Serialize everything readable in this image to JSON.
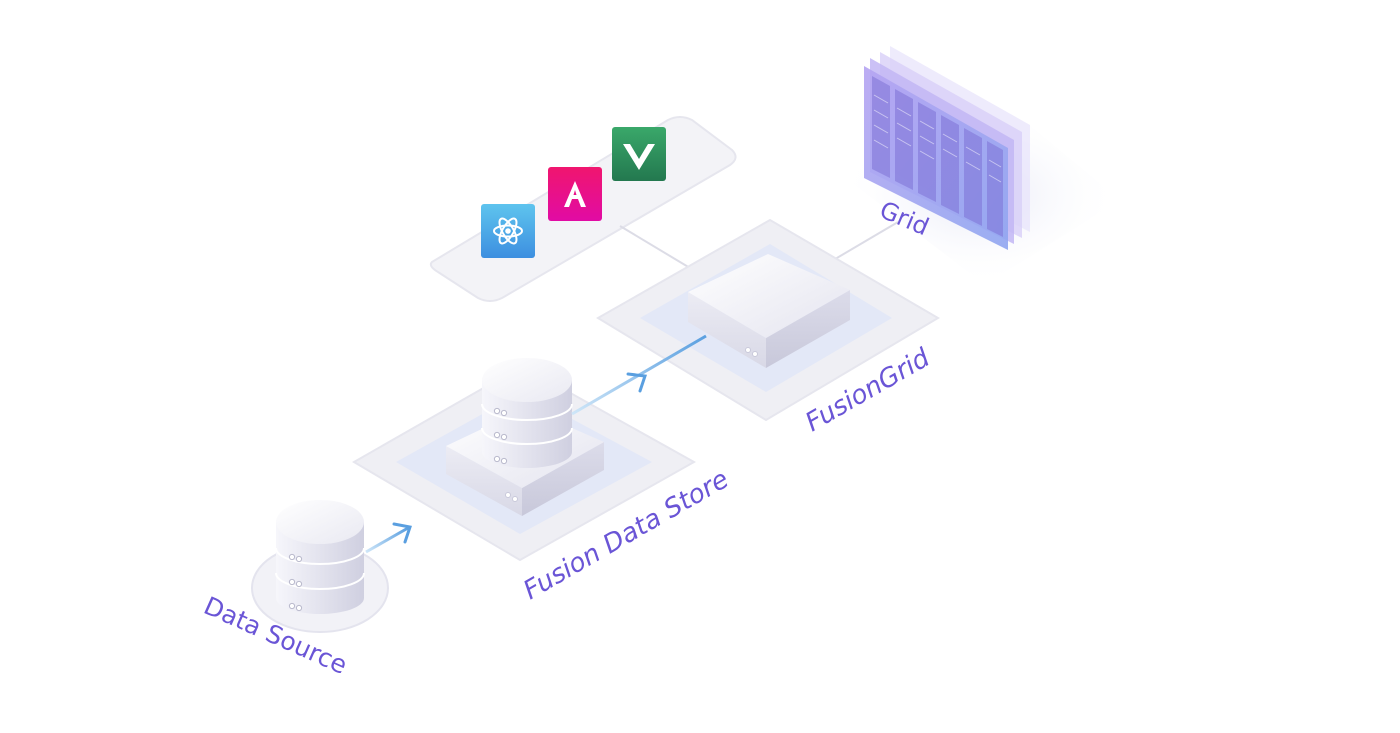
{
  "labels": {
    "data_source": "Data Source",
    "fusion_data_store": "Fusion Data Store",
    "fusion_grid": "FusionGrid",
    "grid": "Grid"
  },
  "frameworks": [
    {
      "name": "react-icon",
      "color": "#4aa8e8"
    },
    {
      "name": "angular-icon",
      "color": "#e8157a"
    },
    {
      "name": "vue-icon",
      "color": "#2e8f5e"
    }
  ],
  "colors": {
    "label": "#6a55d6",
    "platform": "#efeff4",
    "platform_inner": "#e6eaf8",
    "connector": "#7cb8ea",
    "grid_panel": "#a99cf0"
  }
}
